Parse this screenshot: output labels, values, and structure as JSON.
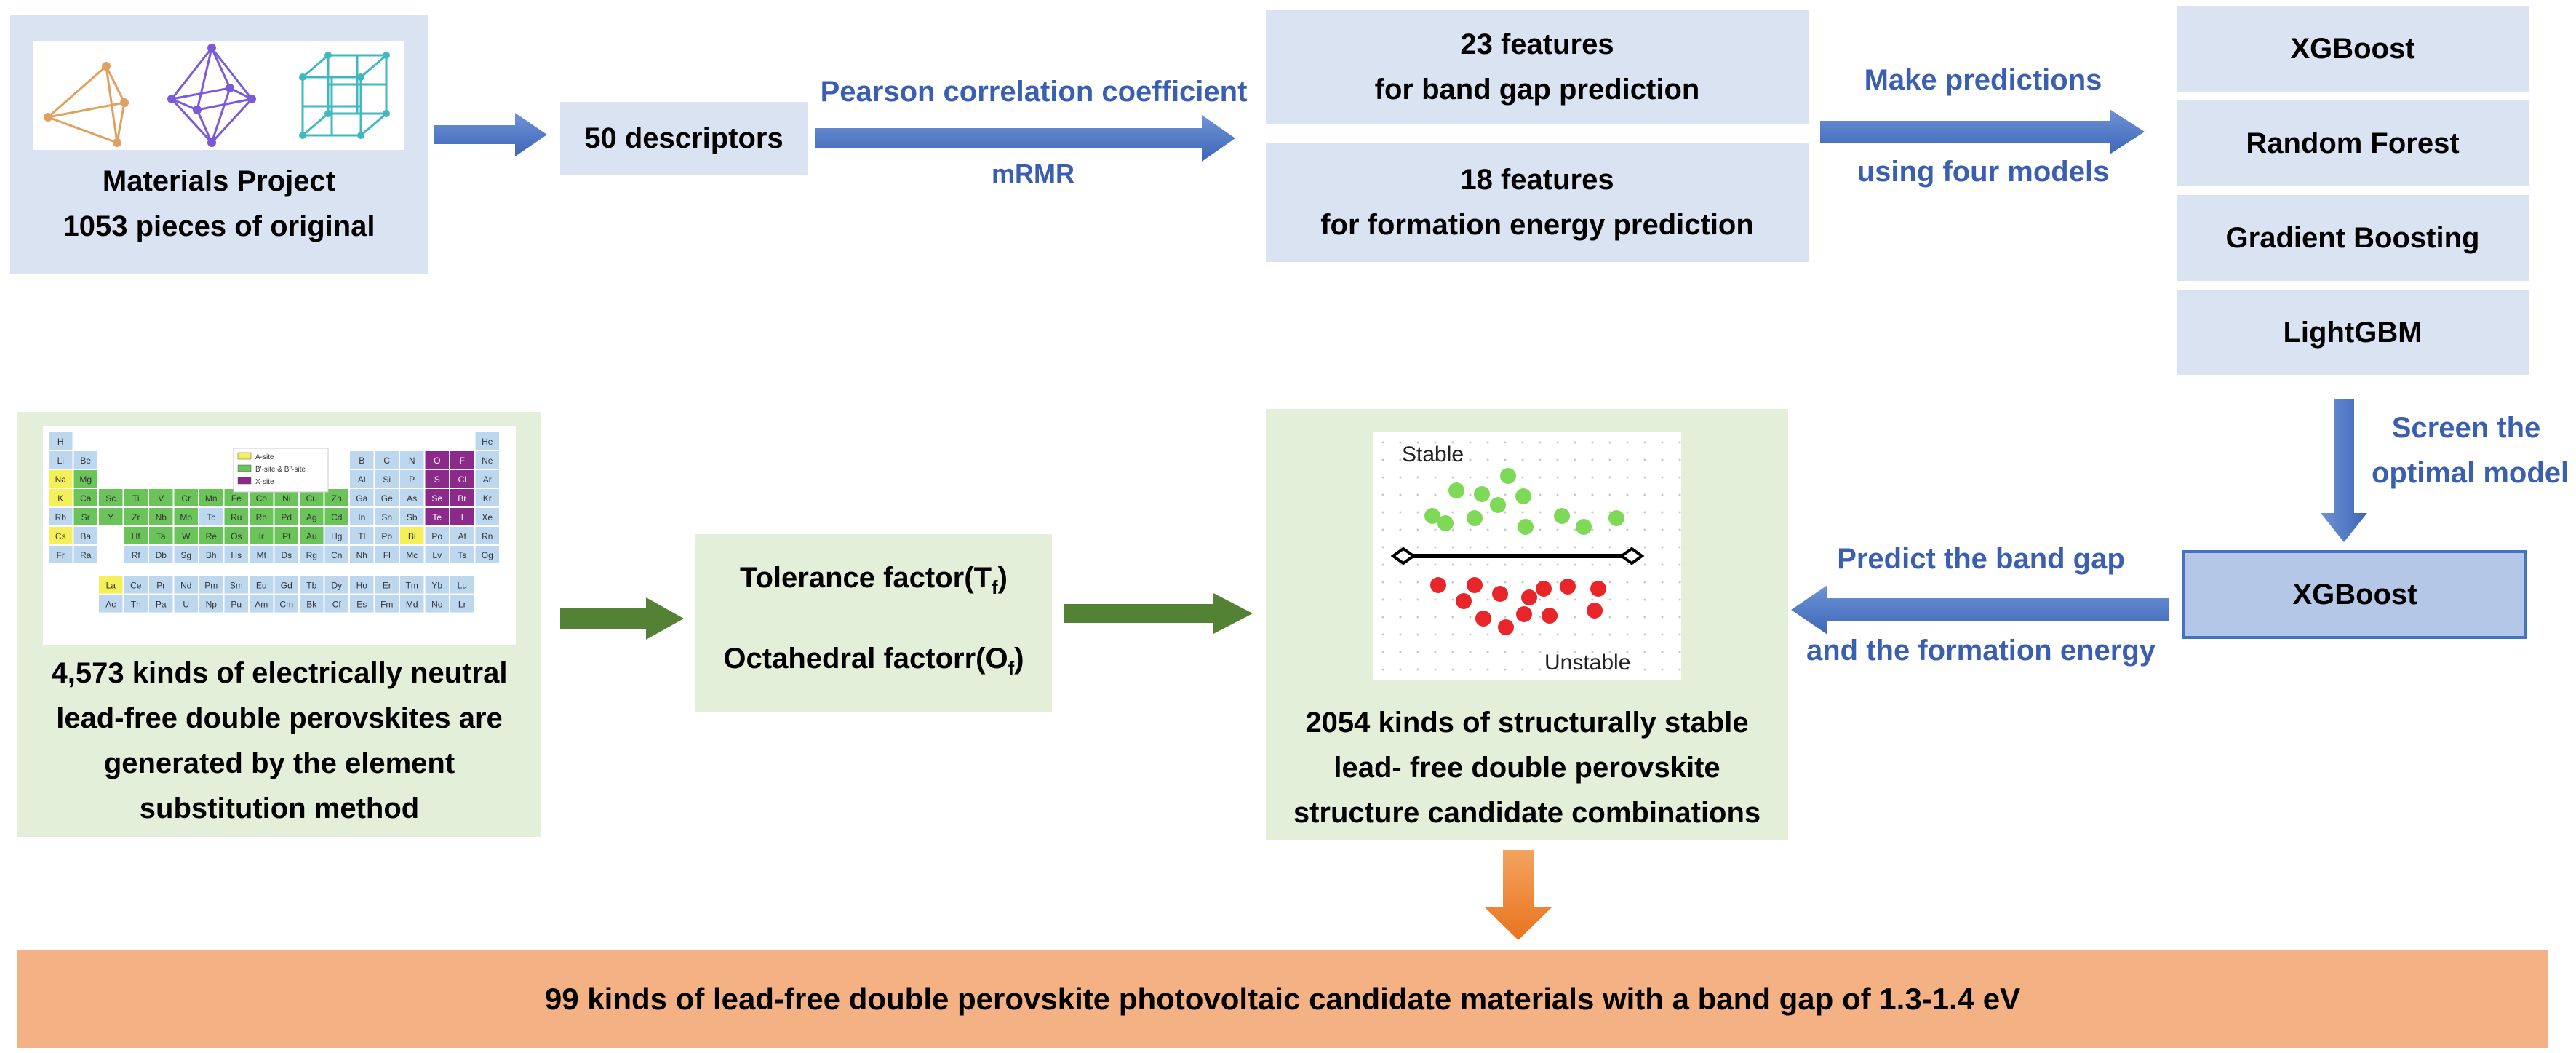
{
  "materials_box": {
    "line1": "Materials Project",
    "line2": "1053 pieces of original"
  },
  "descriptors_box": {
    "label": "50 descriptors"
  },
  "pearson_label": "Pearson correlation coefficient",
  "mrmr_label": "mRMR",
  "band_features_box": {
    "line1": "23 features",
    "line2": "for band gap prediction"
  },
  "formation_features_box": {
    "line1": "18 features",
    "line2": "for formation energy prediction"
  },
  "make_predictions_label": {
    "line1": "Make predictions",
    "line2": "using four models"
  },
  "models": [
    "XGBoost",
    "Random Forest",
    "Gradient Boosting",
    "LightGBM"
  ],
  "screen_label": {
    "line1": "Screen the",
    "line2": "optimal model"
  },
  "selected_model": "XGBoost",
  "predict_label": {
    "line1": "Predict the band gap",
    "line2": "and the formation energy"
  },
  "periodic_box": {
    "lines": [
      "4,573 kinds of electrically neutral",
      "lead-free double perovskites are",
      "generated by the element",
      "substitution method"
    ],
    "legend": [
      "A-site",
      "B'-site & B''-site",
      "X-site"
    ]
  },
  "factors_box": {
    "tolerance": "Tolerance factor(T",
    "tolerance_sub": "f",
    "octahedral": "Octahedral factorr(O",
    "octahedral_sub": "f"
  },
  "stability_box": {
    "stable": "Stable",
    "unstable": "Unstable",
    "lines": [
      "2054 kinds of structurally stable",
      "lead- free double perovskite",
      "structure candidate combinations"
    ]
  },
  "final_box": {
    "label": "99 kinds of lead-free double perovskite photovoltaic candidate materials with a band gap of 1.3-1.4 eV"
  },
  "colors": {
    "blue_box": "#d9e3f2",
    "green_box": "#e3efd9",
    "final_box": "#f4b183",
    "blue_arrow": "#4472c4",
    "green_arrow": "#548235",
    "orange_arrow": "#ed7d31",
    "stable_dot": "#7ed957",
    "unstable_dot": "#e8262a"
  }
}
